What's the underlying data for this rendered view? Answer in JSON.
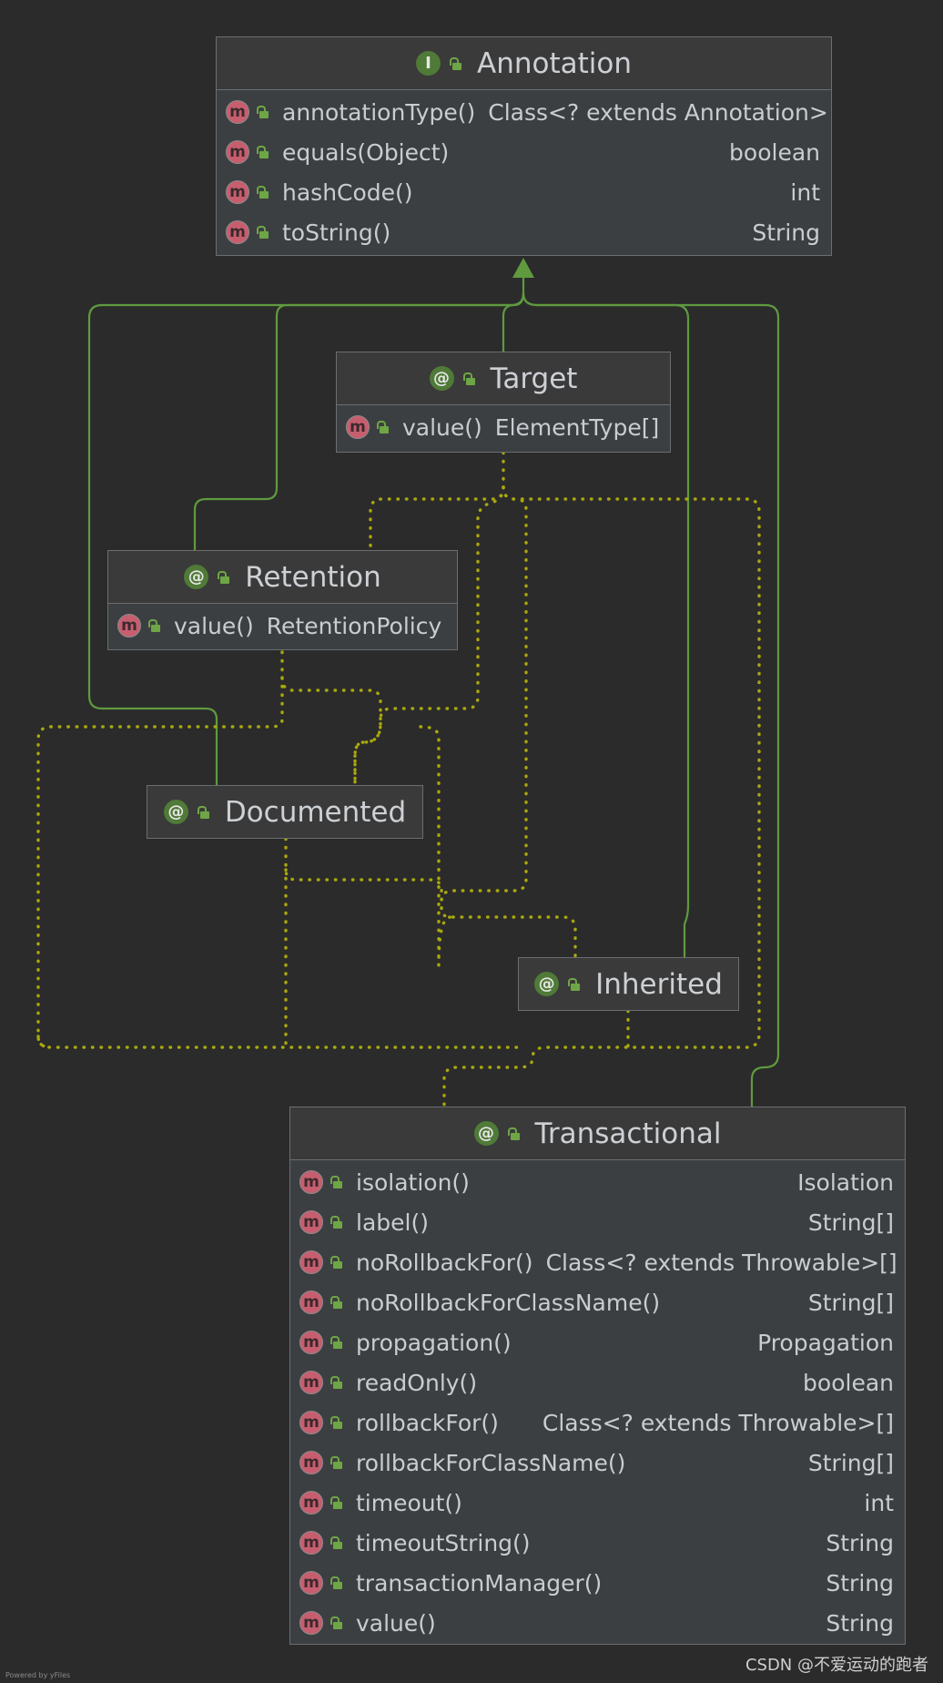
{
  "classes": {
    "annotation": {
      "kind_glyph": "I",
      "name": "Annotation",
      "methods": [
        {
          "name": "annotationType()",
          "type": "Class<? extends Annotation>"
        },
        {
          "name": "equals(Object)",
          "type": "boolean"
        },
        {
          "name": "hashCode()",
          "type": "int"
        },
        {
          "name": "toString()",
          "type": "String"
        }
      ]
    },
    "target": {
      "kind_glyph": "@",
      "name": "Target",
      "methods": [
        {
          "name": "value()",
          "type": "ElementType[]"
        }
      ]
    },
    "retention": {
      "kind_glyph": "@",
      "name": "Retention",
      "methods": [
        {
          "name": "value()",
          "type": "RetentionPolicy"
        }
      ]
    },
    "documented": {
      "kind_glyph": "@",
      "name": "Documented",
      "methods": []
    },
    "inherited": {
      "kind_glyph": "@",
      "name": "Inherited",
      "methods": []
    },
    "transactional": {
      "kind_glyph": "@",
      "name": "Transactional",
      "methods": [
        {
          "name": "isolation()",
          "type": "Isolation"
        },
        {
          "name": "label()",
          "type": "String[]"
        },
        {
          "name": "noRollbackFor()",
          "type": "Class<? extends Throwable>[]"
        },
        {
          "name": "noRollbackForClassName()",
          "type": "String[]"
        },
        {
          "name": "propagation()",
          "type": "Propagation"
        },
        {
          "name": "readOnly()",
          "type": "boolean"
        },
        {
          "name": "rollbackFor()",
          "type": "Class<? extends Throwable>[]"
        },
        {
          "name": "rollbackForClassName()",
          "type": "String[]"
        },
        {
          "name": "timeout()",
          "type": "int"
        },
        {
          "name": "timeoutString()",
          "type": "String"
        },
        {
          "name": "transactionManager()",
          "type": "String"
        },
        {
          "name": "value()",
          "type": "String"
        }
      ]
    }
  },
  "method_icon_glyph": "m",
  "icons": {
    "interface": "interface-kind-icon",
    "annotation": "annotation-kind-icon",
    "method": "method-icon",
    "visibility": "public-lock-icon"
  },
  "colors": {
    "background": "#2b2b2b",
    "inheritance_edge": "#5f9a3f",
    "annotated_by_edge": "#a8a80e",
    "method_icon": "#c75e6f",
    "kind_icon": "#4f7a37"
  },
  "footer": {
    "watermark": "CSDN @不爱运动的跑者",
    "powered_by": "Powered by yFiles"
  }
}
